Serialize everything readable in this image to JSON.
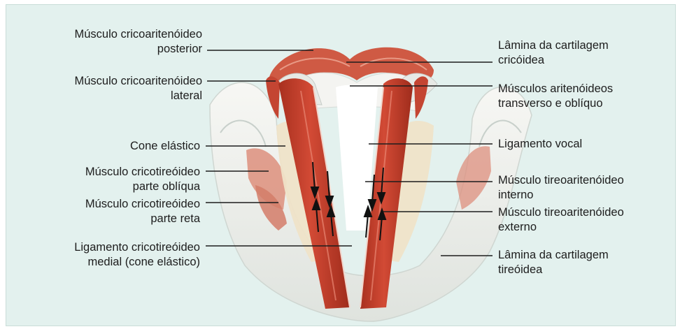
{
  "labels": {
    "cricoaritenoideo_posterior": [
      "Músculo cricoaritenóideo",
      "posterior"
    ],
    "cricoaritenoideo_lateral": [
      "Músculo cricoaritenóideo",
      "lateral"
    ],
    "cone_elastico": [
      "Cone elástico"
    ],
    "cricotireoideo_obliqua": [
      "Músculo cricotireóideo",
      "parte oblíqua"
    ],
    "cricotireoideo_reta": [
      "Músculo cricotireóideo",
      "parte reta"
    ],
    "ligamento_cricotireoideo": [
      "Ligamento cricotireóideo",
      "medial (cone elástico)"
    ],
    "lamina_cricoidea": [
      "Lâmina da cartilagem",
      "cricóidea"
    ],
    "aritenoideos": [
      "Músculos aritenóideos",
      "transverso e oblíquo"
    ],
    "ligamento_vocal": [
      "Ligamento vocal"
    ],
    "tireoaritenoideo_interno": [
      "Músculo tireoaritenóideo",
      "interno"
    ],
    "tireoaritenoideo_externo": [
      "Músculo tireoaritenóideo",
      "externo"
    ],
    "lamina_tireoidea": [
      "Lâmina da cartilagem",
      "tireóidea"
    ]
  },
  "colors": {
    "background": "#e3f1ee",
    "muscle": "#c9412f",
    "muscle_dark": "#a32d1f",
    "cartilage": "#f2f2ee",
    "cone": "#efe3c8",
    "leader_line": "#1d1d1d"
  }
}
